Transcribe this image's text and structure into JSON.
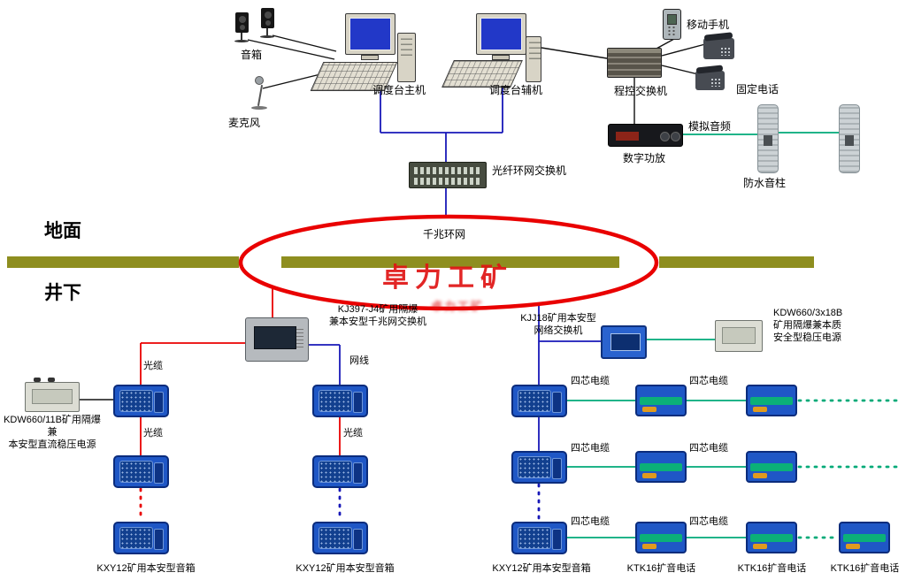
{
  "watermark": {
    "text": "卓力工矿"
  },
  "zones": {
    "surface": "地面",
    "underground": "井下"
  },
  "ring": {
    "label": "千兆环网"
  },
  "surface": {
    "speakers": "音箱",
    "microphone": "麦克风",
    "dispatch_main": "调度台主机",
    "dispatch_aux": "调度台辅机",
    "pbx": "程控交换机",
    "mobile_phone": "移动手机",
    "fixed_phone": "固定电话",
    "analog_audio": "模拟音频",
    "digital_amplifier": "数字功放",
    "waterproof_column": "防水音柱",
    "fiber_ring_switch": "光纤环网交换机"
  },
  "underground": {
    "kj397_label": "KJ397-J4矿用隔爆\n兼本安型千兆网交换机",
    "kjj18_label": "KJJ18矿用本安型\n网络交换机",
    "kdw_right_label": "KDW660/3x18B\n矿用隔爆兼本质\n安全型稳压电源",
    "kdw_left_label": "KDW660/11B矿用隔爆兼\n本安型直流稳压电源",
    "cable_fiber": "光缆",
    "cable_network": "网线",
    "cable_four_core": "四芯电缆",
    "speaker_box_label": "KXY12矿用本安型音箱",
    "phone_box_label": "KTK16扩音电话"
  }
}
